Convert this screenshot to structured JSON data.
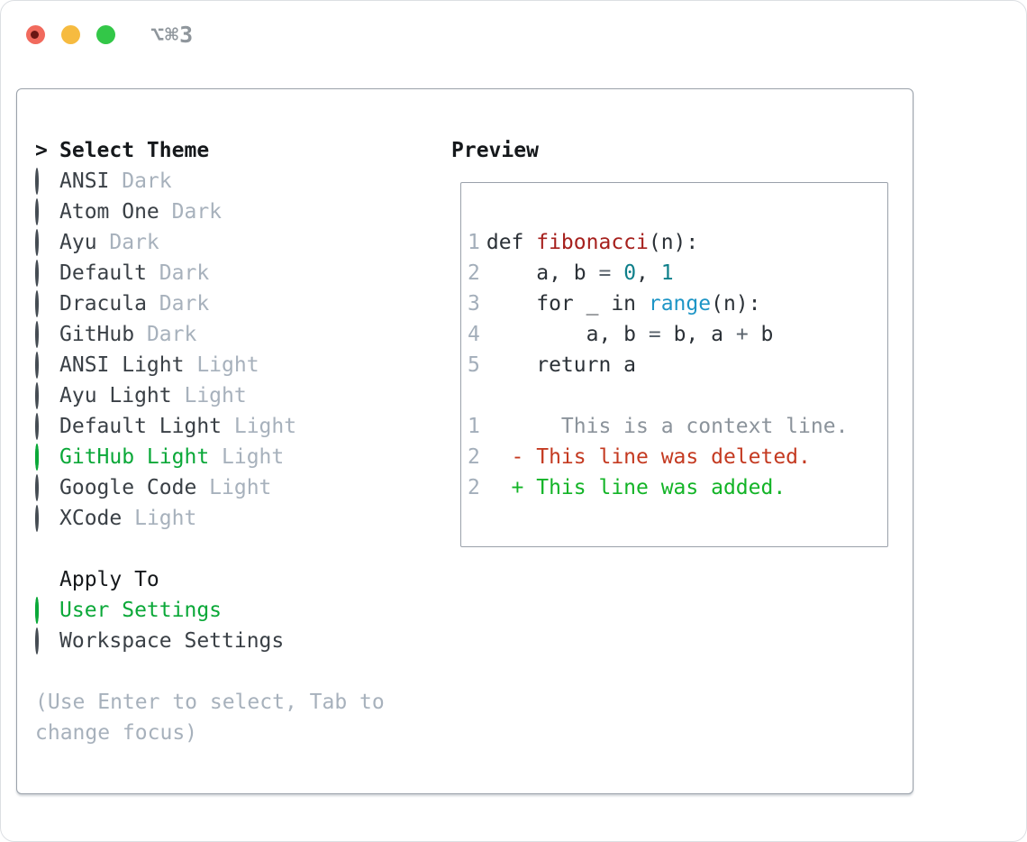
{
  "window": {
    "title": "⌥⌘3"
  },
  "colors": {
    "accent_green": "#0aa838",
    "added_green": "#13b427",
    "deleted_red": "#c43a21",
    "func_red": "#a6201d",
    "number_teal": "#0e7f8a",
    "builtin_blue": "#1d95c6",
    "code_default": "#2b3137",
    "operator_gray": "#5b646d",
    "context_gray": "#8b939b",
    "muted_gray": "#a7b1bc",
    "item_text": "#3a4046",
    "border_gray": "#9aa1aa",
    "line_number": "#a3aeba",
    "title_gray": "#8f969c",
    "traffic_red": "#f16a5d",
    "traffic_red_dot": "#6b1714",
    "traffic_yellow": "#f6bb40",
    "traffic_green": "#33c748"
  },
  "theme_picker": {
    "header_prefix": ">",
    "header": "Select Theme",
    "themes": [
      {
        "name": "ANSI",
        "tag": "Dark",
        "selected": false
      },
      {
        "name": "Atom One",
        "tag": "Dark",
        "selected": false
      },
      {
        "name": "Ayu",
        "tag": "Dark",
        "selected": false
      },
      {
        "name": "Default",
        "tag": "Dark",
        "selected": false
      },
      {
        "name": "Dracula",
        "tag": "Dark",
        "selected": false
      },
      {
        "name": "GitHub",
        "tag": "Dark",
        "selected": false
      },
      {
        "name": "ANSI Light",
        "tag": "Light",
        "selected": false
      },
      {
        "name": "Ayu Light",
        "tag": "Light",
        "selected": false
      },
      {
        "name": "Default Light",
        "tag": "Light",
        "selected": false
      },
      {
        "name": "GitHub Light",
        "tag": "Light",
        "selected": true
      },
      {
        "name": "Google Code",
        "tag": "Light",
        "selected": false
      },
      {
        "name": "XCode",
        "tag": "Light",
        "selected": false
      }
    ],
    "apply_to": {
      "header": "Apply To",
      "options": [
        {
          "name": "User Settings",
          "selected": true
        },
        {
          "name": "Workspace Settings",
          "selected": false
        }
      ]
    },
    "hint_lines": [
      "(Use Enter to select, Tab to",
      "change focus)"
    ]
  },
  "preview": {
    "title": "Preview",
    "lines": [
      {
        "num": "1",
        "segments": [
          {
            "text": "def ",
            "style": "code"
          },
          {
            "text": "fibonacci",
            "style": "function"
          },
          {
            "text": "(n):",
            "style": "code"
          }
        ]
      },
      {
        "num": "2",
        "segments": [
          {
            "text": "    a, b ",
            "style": "code"
          },
          {
            "text": "=",
            "style": "operator"
          },
          {
            "text": " ",
            "style": "code"
          },
          {
            "text": "0",
            "style": "number"
          },
          {
            "text": ", ",
            "style": "code"
          },
          {
            "text": "1",
            "style": "number"
          }
        ]
      },
      {
        "num": "3",
        "segments": [
          {
            "text": "    for _ in ",
            "style": "code"
          },
          {
            "text": "range",
            "style": "builtin"
          },
          {
            "text": "(n):",
            "style": "code"
          }
        ]
      },
      {
        "num": "4",
        "segments": [
          {
            "text": "        a, b ",
            "style": "code"
          },
          {
            "text": "=",
            "style": "operator"
          },
          {
            "text": " b, a ",
            "style": "code"
          },
          {
            "text": "+",
            "style": "operator"
          },
          {
            "text": " b",
            "style": "code"
          }
        ]
      },
      {
        "num": "5",
        "segments": [
          {
            "text": "    return a",
            "style": "code"
          }
        ]
      },
      {
        "num": "",
        "segments": []
      },
      {
        "num": "1",
        "segments": [
          {
            "text": "      This is a context line.",
            "style": "context"
          }
        ]
      },
      {
        "num": "2",
        "segments": [
          {
            "text": "  - This line was deleted.",
            "style": "deleted"
          }
        ]
      },
      {
        "num": "2",
        "segments": [
          {
            "text": "  + This line was added.",
            "style": "added"
          }
        ]
      }
    ]
  }
}
